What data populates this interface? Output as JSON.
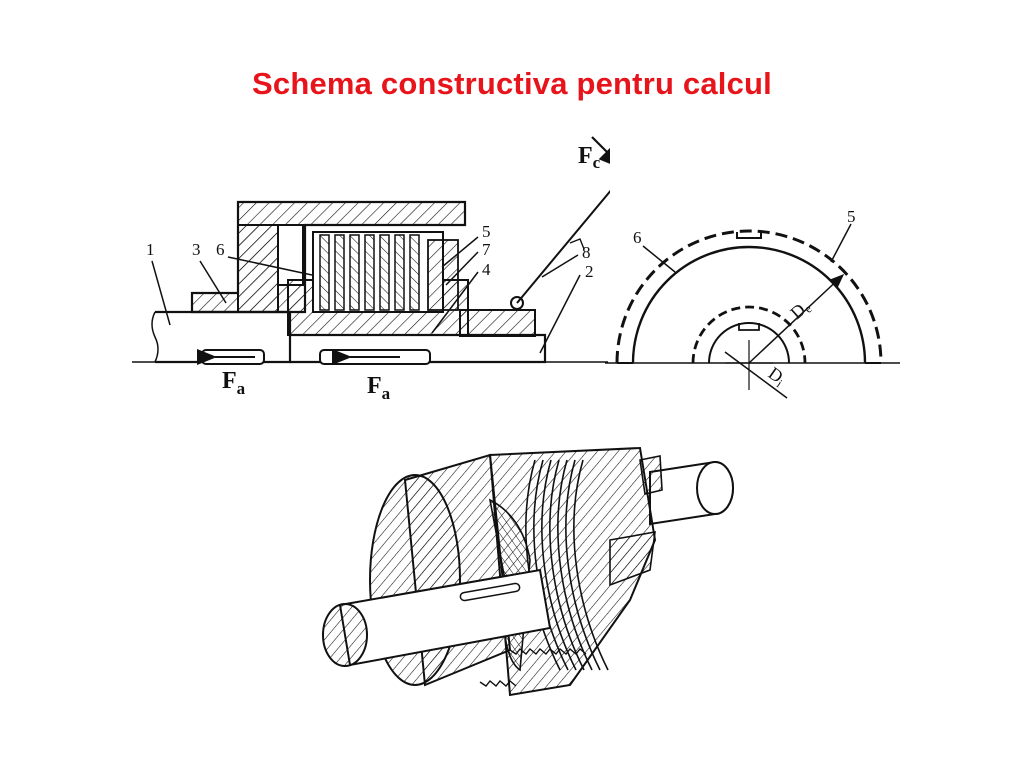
{
  "slide": {
    "title": "Schema constructiva pentru calcul"
  },
  "section_drawing": {
    "part_labels": [
      "1",
      "3",
      "6",
      "5",
      "7",
      "4",
      "8",
      "2"
    ],
    "force_clutch_F": "F",
    "force_clutch_sub": "c",
    "force_axial_1_F": "F",
    "force_axial_1_sub": "a",
    "force_axial_2_F": "F",
    "force_axial_2_sub": "a"
  },
  "disc_drawing": {
    "label_6": "6",
    "label_5": "5",
    "outer_diameter_D": "D",
    "outer_diameter_sub": "e",
    "inner_diameter_D": "D",
    "inner_diameter_sub": "i"
  },
  "colors": {
    "title": "#e8141b",
    "ink": "#111111",
    "background": "#ffffff"
  }
}
